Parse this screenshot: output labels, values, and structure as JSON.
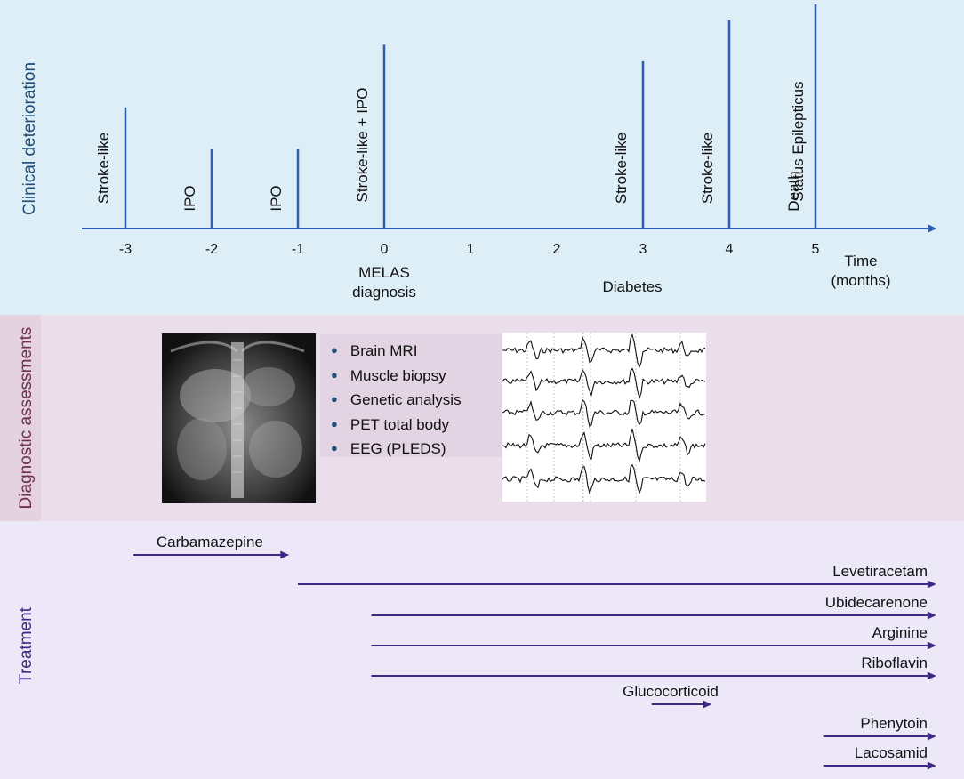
{
  "sections": {
    "clinical": "Clinical deterioration",
    "diagnostic": "Diagnostic assessments",
    "treatment": "Treatment"
  },
  "timeline": {
    "ticks": [
      "-3",
      "-2",
      "-1",
      "0",
      "1",
      "2",
      "3",
      "4",
      "5"
    ],
    "axis_label_line1": "Time",
    "axis_label_line2": "(months)",
    "events": [
      {
        "t": -3,
        "label": "Stroke-like",
        "height": 0.58
      },
      {
        "t": -2,
        "label": "IPO",
        "height": 0.38
      },
      {
        "t": -1,
        "label": "IPO",
        "height": 0.38
      },
      {
        "t": 0,
        "label": "Stroke-like + IPO",
        "height": 0.88
      },
      {
        "t": 3,
        "label": "Stroke-like",
        "height": 0.8
      },
      {
        "t": 4,
        "label": "Stroke-like",
        "height": 1.0
      },
      {
        "t": 4.35,
        "label": "Status Epilepticus",
        "height": 0
      },
      {
        "t": 5,
        "label": "Death",
        "height": 1.1
      }
    ],
    "milestones": [
      {
        "t": 0,
        "line1": "MELAS",
        "line2": "diagnosis"
      },
      {
        "t": 3,
        "line1": "Diabetes",
        "line2": ""
      }
    ]
  },
  "diagnostics": {
    "items": [
      "Brain MRI",
      "Muscle biopsy",
      "Genetic analysis",
      "PET total body",
      "EEG (PLEDS)"
    ]
  },
  "treatments": [
    {
      "name": "Carbamazepine",
      "start": -3.0,
      "end": -1.1
    },
    {
      "name": "Levetiracetam",
      "start": -1.0,
      "end": 6.4
    },
    {
      "name": "Ubidecarenone",
      "start": -0.15,
      "end": 6.4
    },
    {
      "name": "Arginine",
      "start": -0.15,
      "end": 6.4
    },
    {
      "name": "Riboflavin",
      "start": -0.15,
      "end": 6.4
    },
    {
      "name": "Glucocorticoid",
      "start": 3.1,
      "end": 3.8
    },
    {
      "name": "Phenytoin",
      "start": 5.1,
      "end": 6.4
    },
    {
      "name": "Lacosamid",
      "start": 5.1,
      "end": 6.4
    }
  ],
  "colors": {
    "clinical_bg": "#deeef6",
    "diagnostic_bg": "#eadeea",
    "treatment_bg": "#ece8f8",
    "timeline_line": "#2f5db0",
    "treatment_arrow": "#3c2a84"
  }
}
